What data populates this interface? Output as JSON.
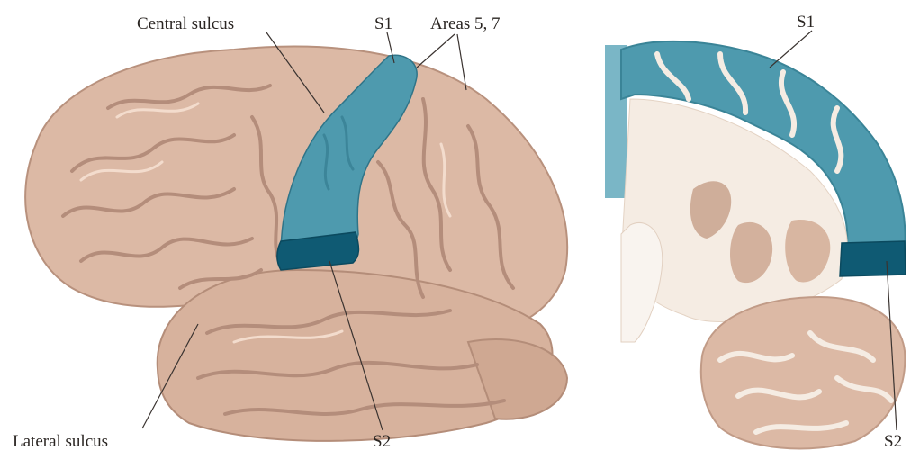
{
  "figure": {
    "lateral_view": {
      "labels": {
        "central_sulcus": "Central sulcus",
        "s1": "S1",
        "areas_5_7": "Areas 5, 7",
        "lateral_sulcus": "Lateral sulcus",
        "s2": "S2"
      }
    },
    "coronal_section": {
      "labels": {
        "s1": "S1",
        "s2": "S2"
      }
    },
    "colors": {
      "cortex_tissue": "#dcb9a5",
      "cortex_shadow": "#c49e8a",
      "s1_region": "#4e9aae",
      "s2_region": "#0f5a73",
      "white_matter": "#f5ece3"
    }
  }
}
